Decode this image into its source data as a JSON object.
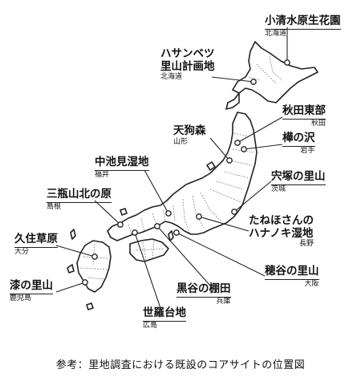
{
  "caption": "参考：里地調査における既設のコアサイトの位置図",
  "sites": [
    {
      "name": "小清水原生花園",
      "pref": "北海道"
    },
    {
      "name": "ハサンベツ\n里山計画地",
      "pref": "北海道"
    },
    {
      "name": "秋田東部",
      "pref": "秋田"
    },
    {
      "name": "天狗森",
      "pref": "山形"
    },
    {
      "name": "樺の沢",
      "pref": "岩手"
    },
    {
      "name": "中池見湿地",
      "pref": "福井"
    },
    {
      "name": "宍塚の里山",
      "pref": "茨城"
    },
    {
      "name": "三瓶山北の原",
      "pref": "島根"
    },
    {
      "name": "たねほさんの\nハナノキ湿地",
      "pref": "長野"
    },
    {
      "name": "久住草原",
      "pref": "大分"
    },
    {
      "name": "穂谷の里山",
      "pref": "大阪"
    },
    {
      "name": "漆の里山",
      "pref": "鹿児島"
    },
    {
      "name": "黒谷の棚田",
      "pref": "兵庫"
    },
    {
      "name": "世羅台地",
      "pref": "広島"
    }
  ]
}
